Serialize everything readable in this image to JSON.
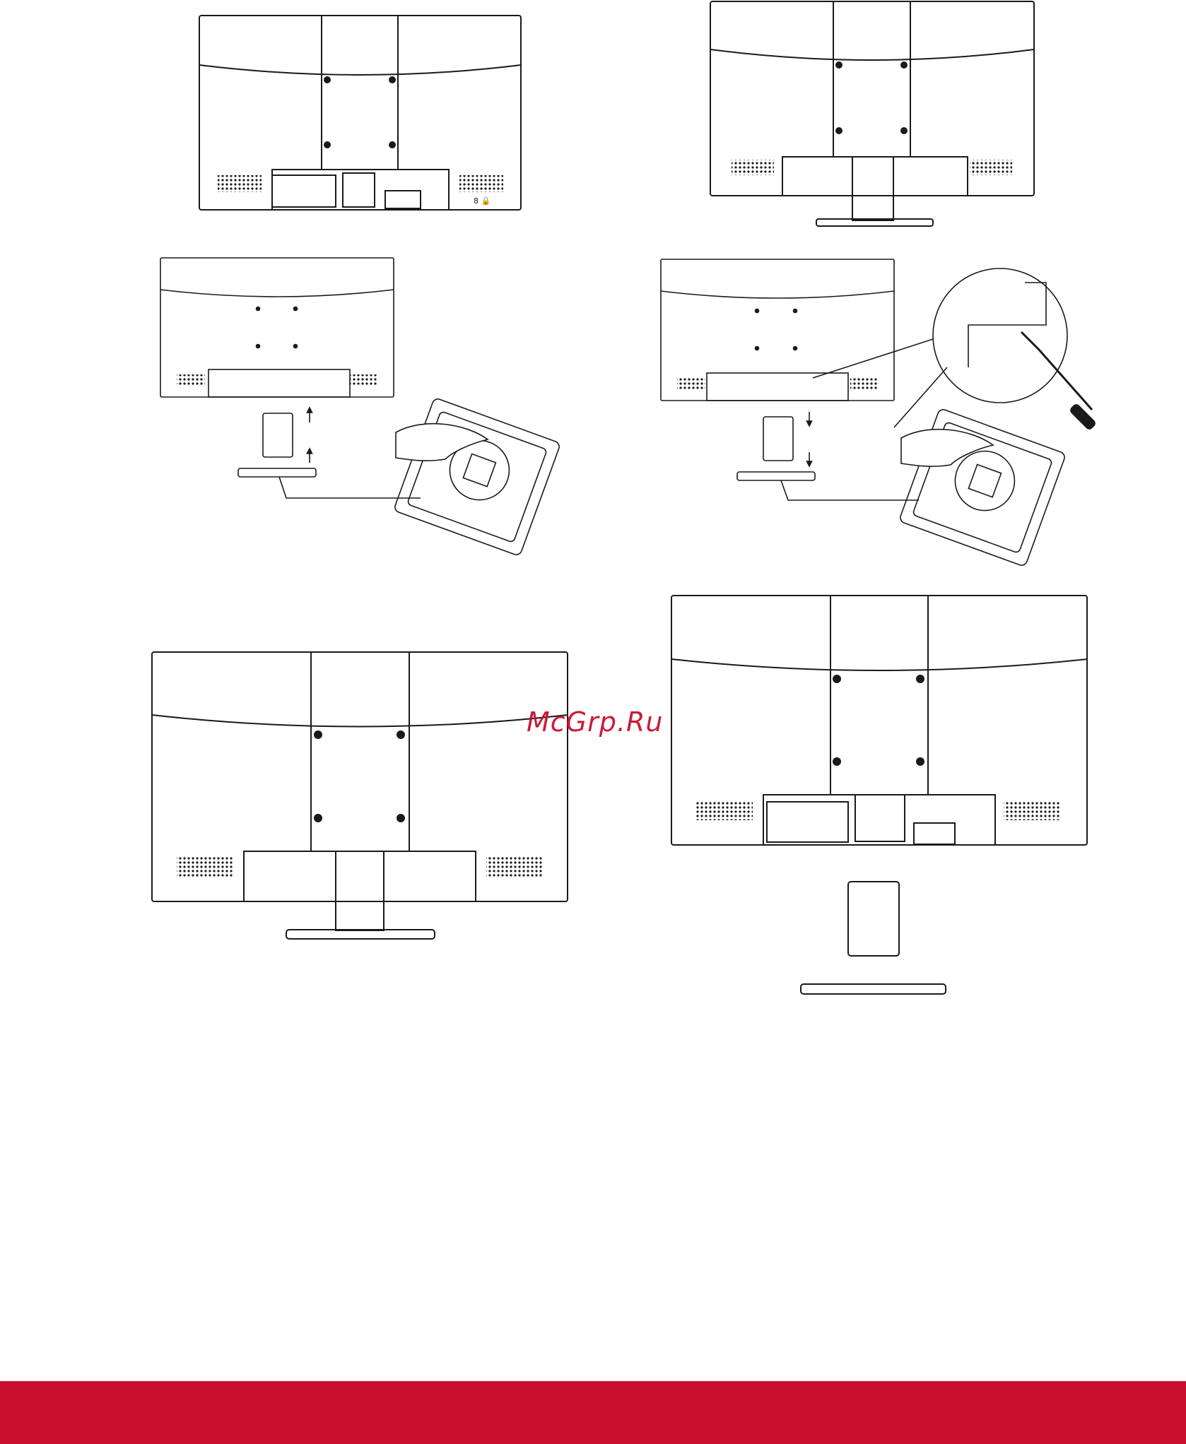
{
  "watermark": {
    "text": "McGrp.Ru"
  },
  "colors": {
    "ink": "#1a1a1a",
    "brand_red": "#c8102e",
    "background": "#ffffff"
  },
  "figures": [
    {
      "name": "monitor-back-no-stand"
    },
    {
      "name": "monitor-back-with-stand"
    },
    {
      "name": "stand-attach-assembly"
    },
    {
      "name": "stand-detach-assembly-with-screwdriver"
    },
    {
      "name": "monitor-back-with-stand-attached"
    },
    {
      "name": "monitor-back-with-stand-removed"
    }
  ]
}
